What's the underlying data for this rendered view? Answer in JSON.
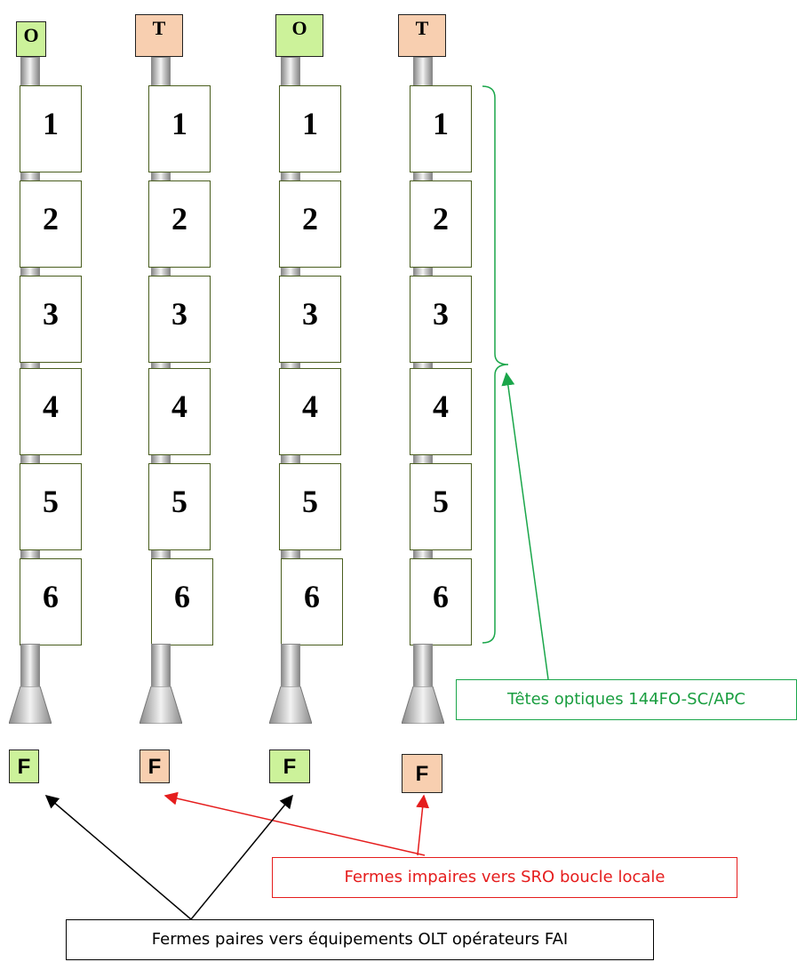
{
  "columns": [
    {
      "top_tag": "O",
      "top_color": "#ccf29a",
      "bottom_tag": "F",
      "bottom_color": "#ccf29a",
      "heads": [
        "1",
        "2",
        "3",
        "4",
        "5",
        "6"
      ]
    },
    {
      "top_tag": "T",
      "top_color": "#f8cfb0",
      "bottom_tag": "F",
      "bottom_color": "#f8cfb0",
      "heads": [
        "1",
        "2",
        "3",
        "4",
        "5",
        "6"
      ]
    },
    {
      "top_tag": "O",
      "top_color": "#ccf29a",
      "bottom_tag": "F",
      "bottom_color": "#ccf29a",
      "heads": [
        "1",
        "2",
        "3",
        "4",
        "5",
        "6"
      ]
    },
    {
      "top_tag": "T",
      "top_color": "#f8cfb0",
      "bottom_tag": "F",
      "bottom_color": "#f8cfb0",
      "heads": [
        "1",
        "2",
        "3",
        "4",
        "5",
        "6"
      ]
    }
  ],
  "callouts": {
    "optical_heads": "Têtes optiques 144FO-SC/APC",
    "odd_fibers": "Fermes impaires vers SRO boucle locale",
    "even_fibers": "Fermes paires vers équipements OLT opérateurs FAI"
  },
  "colors": {
    "green_tag": "#ccf29a",
    "peach_tag": "#f8cfb0",
    "green_arrow": "#1aa64a",
    "red_arrow": "#e51d1d",
    "black_arrow": "#000000"
  }
}
